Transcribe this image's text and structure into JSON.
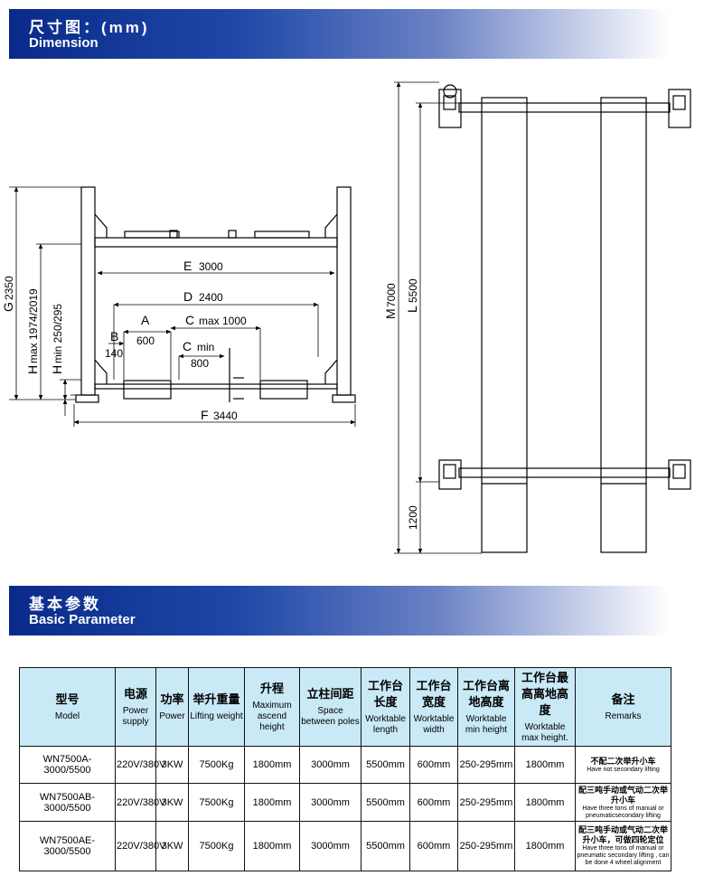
{
  "dimension_section": {
    "title_zh": "尺寸图：(mm)",
    "title_en": "Dimension"
  },
  "front_view": {
    "E": "E",
    "E_value": "3000",
    "D": "D",
    "D_value": "2400",
    "A": "A",
    "A_value": "600",
    "B": "B",
    "B_value": "140",
    "C_max": "C",
    "C_max_sub": "max 1000",
    "C_min": "C",
    "C_min_sub": "min",
    "C_min_value": "800",
    "F": "F",
    "F_value": "3440",
    "G": "G",
    "G_value": "2350",
    "H_max": "H",
    "H_max_sub": "max 1974/2019",
    "H_min": "H",
    "H_min_sub": "min 250/295"
  },
  "top_view": {
    "M": "M",
    "M_value": "7000",
    "L": "L",
    "L_value": "5500",
    "offset_value": "1200"
  },
  "parameter_section": {
    "title_zh": "基本参数",
    "title_en": "Basic Parameter"
  },
  "table": {
    "headers": [
      {
        "zh": "型号",
        "en": "Model"
      },
      {
        "zh": "电源",
        "en": "Power supply"
      },
      {
        "zh": "功率",
        "en": "Power"
      },
      {
        "zh": "举升重量",
        "en": "Lifting weight"
      },
      {
        "zh": "升程",
        "en": "Maximum ascend height"
      },
      {
        "zh": "立柱间距",
        "en": "Space between poles"
      },
      {
        "zh": "工作台长度",
        "en": "Worktable length"
      },
      {
        "zh": "工作台宽度",
        "en": "Worktable width"
      },
      {
        "zh": "工作台离地高度",
        "en": "Worktable min height"
      },
      {
        "zh": "工作台最高离地高度",
        "en": "Worktable max height."
      },
      {
        "zh": "备注",
        "en": "Remarks"
      }
    ],
    "rows": [
      {
        "model": "WN7500A-3000/5500",
        "power_supply": "220V/380V",
        "power": "3KW",
        "lifting_weight": "7500Kg",
        "ascend_height": "1800mm",
        "pole_space": "3000mm",
        "length": "5500mm",
        "width": "600mm",
        "min_height": "250-295mm",
        "max_height": "1800mm",
        "remark_zh": "不配二次举升小车",
        "remark_en": "Have not secondary lifting"
      },
      {
        "model": "WN7500AB-3000/5500",
        "power_supply": "220V/380V",
        "power": "3KW",
        "lifting_weight": "7500Kg",
        "ascend_height": "1800mm",
        "pole_space": "3000mm",
        "length": "5500mm",
        "width": "600mm",
        "min_height": "250-295mm",
        "max_height": "1800mm",
        "remark_zh": "配三吨手动或气动二次举升小车",
        "remark_en": "Have three tons of manual or pneumaticsecondary lifting"
      },
      {
        "model": "WN7500AE-3000/5500",
        "power_supply": "220V/380V",
        "power": "3KW",
        "lifting_weight": "7500Kg",
        "ascend_height": "1800mm",
        "pole_space": "3000mm",
        "length": "5500mm",
        "width": "600mm",
        "min_height": "250-295mm",
        "max_height": "1800mm",
        "remark_zh": "配三吨手动或气动二次举升小车，可做四轮定位",
        "remark_en": "Have three tons of manual or pneumatic secondary lifting , can be done 4 wheel alignment"
      }
    ]
  }
}
